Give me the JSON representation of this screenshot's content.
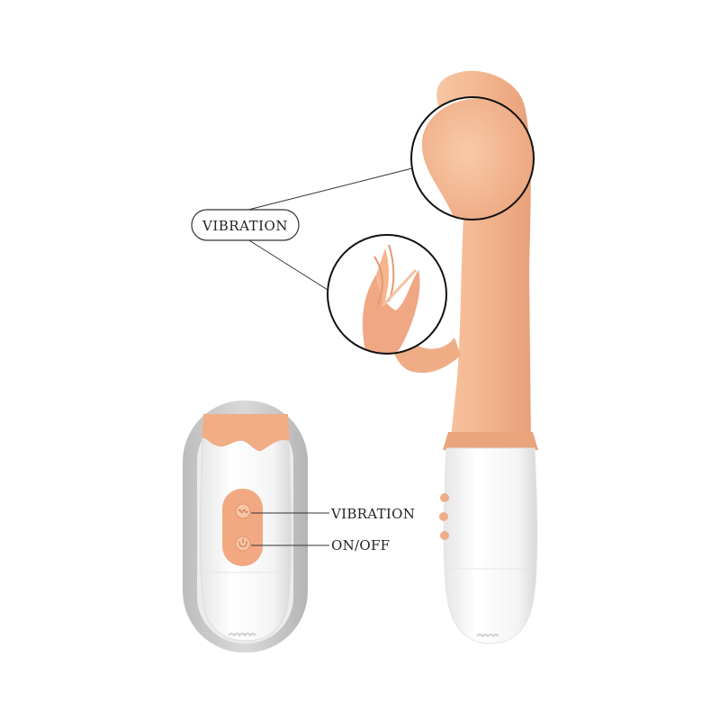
{
  "callouts": {
    "pill_label": "VIBRATION",
    "button_vibration_label": "VIBRATION",
    "button_onoff_label": "ON/OFF"
  },
  "colors": {
    "skin": "#f4b990",
    "skin_shadow": "#e79d74",
    "white_body": "#ffffff",
    "button_pad": "#f2a982",
    "outline": "#111111"
  },
  "icons": [
    "vibration-mode-icon",
    "power-icon"
  ]
}
